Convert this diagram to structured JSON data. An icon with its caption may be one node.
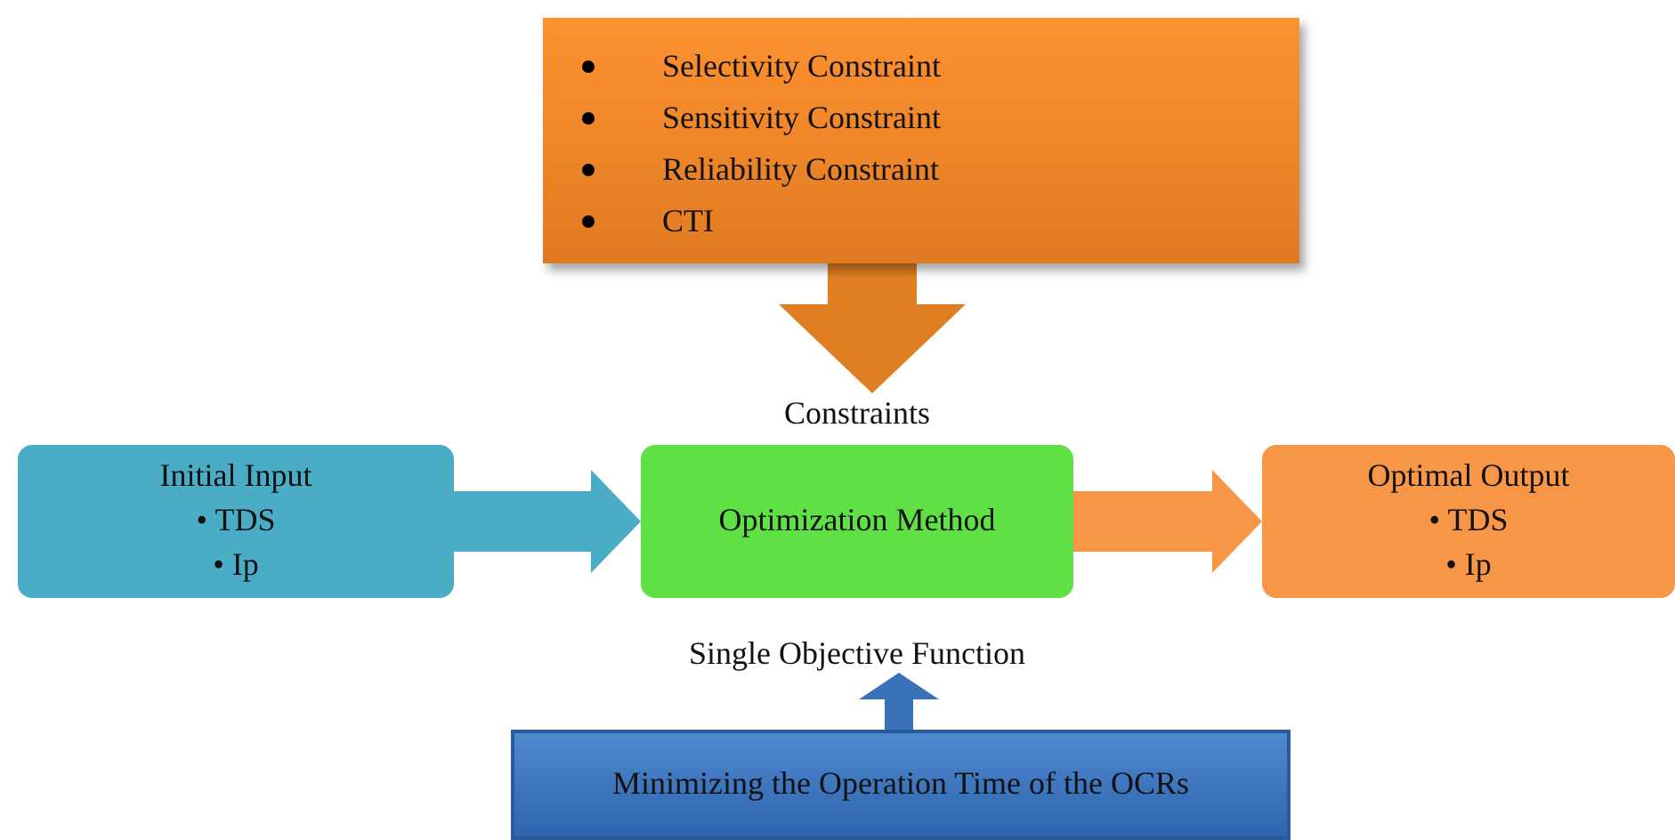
{
  "diagram": {
    "nodes": [
      {
        "text": [
          "Selectivity Constraint",
          "Sensitivity Constraint",
          "Reliability Constraint",
          "CTI"
        ]
      },
      {
        "text": [
          "Initial Input",
          "• TDS",
          "• Ip"
        ]
      },
      {
        "text": [
          "Optimization Method"
        ],
        "beside": [
          "Constraints",
          "Single Objective Function"
        ]
      },
      {
        "text": [
          "Optimal Output",
          "• TDS",
          "• Ip"
        ]
      },
      {
        "text": [
          "Minimizing the Operation Time of the OCRs"
        ]
      }
    ],
    "edges": [
      {
        "from": 0,
        "to": 2,
        "arrow": "to",
        "color": "#e07f22"
      },
      {
        "from": 1,
        "to": 2,
        "arrow": "to",
        "color": "#4bacc6"
      },
      {
        "from": 2,
        "to": 3,
        "arrow": "to",
        "color": "#f79646"
      },
      {
        "from": 4,
        "to": 2,
        "arrow": "to",
        "color": "#3a72b8"
      }
    ]
  }
}
